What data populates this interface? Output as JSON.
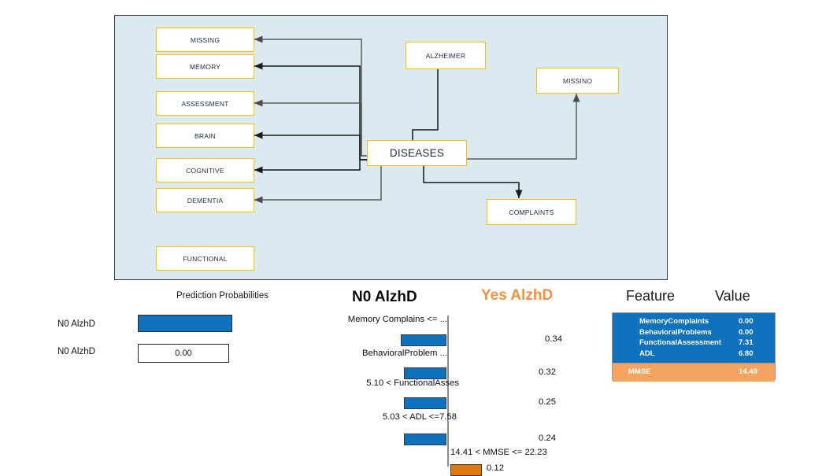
{
  "diagram": {
    "background_color": "#daeaf0",
    "node_border_color": "#ffc000",
    "nodes": [
      {
        "id": "missing",
        "label": "MISSING"
      },
      {
        "id": "memory",
        "label": "MEMORY"
      },
      {
        "id": "assessment",
        "label": "ASSESSMENT"
      },
      {
        "id": "brain",
        "label": "BRAIN"
      },
      {
        "id": "cognitive",
        "label": "COGNITIVE"
      },
      {
        "id": "dementia",
        "label": "DEMENTIA"
      },
      {
        "id": "functional",
        "label": "FUNCTIONAL"
      },
      {
        "id": "alzheimer",
        "label": "ALZHEIMER"
      },
      {
        "id": "missino",
        "label": "MISSINO"
      },
      {
        "id": "diseases",
        "label": "DISEASES"
      },
      {
        "id": "complaints",
        "label": "COMPLAINTS"
      }
    ],
    "edges": [
      {
        "from": "diseases",
        "to": "missing"
      },
      {
        "from": "diseases",
        "to": "memory"
      },
      {
        "from": "diseases",
        "to": "assessment"
      },
      {
        "from": "diseases",
        "to": "brain"
      },
      {
        "from": "diseases",
        "to": "cognitive"
      },
      {
        "from": "diseases",
        "to": "dementia"
      },
      {
        "from": "diseases",
        "to": "alzheimer"
      },
      {
        "from": "diseases",
        "to": "missino"
      },
      {
        "from": "diseases",
        "to": "complaints"
      }
    ]
  },
  "prediction": {
    "title": "Prediction Probabilities",
    "rows": [
      {
        "label": "N0 AlzhD",
        "kind": "bar",
        "value": ""
      },
      {
        "label": "N0 AlzhD",
        "kind": "value",
        "value": "0.00"
      }
    ],
    "bar_color": "#1072bd"
  },
  "explanation": {
    "left_header": "N0 AlzhD",
    "right_header": "Yes AlzhD",
    "left_color": "#0b0b0b",
    "right_color": "#f4903f",
    "negative_color": "#1072bd",
    "positive_color": "#e2790f"
  },
  "feature_table": {
    "header_feature": "Feature",
    "header_value": "Value",
    "body_color": "#1072bd",
    "footer_color": "#f4a460",
    "rows": [
      {
        "feature": "MemoryComplaints",
        "value": "0.00"
      },
      {
        "feature": "BehavioralProblems",
        "value": "0.00"
      },
      {
        "feature": "FunctionalAssessment",
        "value": "7.31"
      },
      {
        "feature": "ADL",
        "value": "6.80"
      }
    ],
    "footer": {
      "feature": "MMSE",
      "value": "14.49"
    }
  },
  "chart_data": {
    "type": "bar",
    "title": "LIME local explanation",
    "orientation": "horizontal-diverging",
    "xlabel": "",
    "ylabel": "",
    "classes": [
      "N0 AlzhD",
      "Yes AlzhD"
    ],
    "categories": [
      "Memory Complains <= ...",
      "BehavioralProblem ...",
      "5.10 < FunctionalAsses",
      "5.03 < ADL <=7.58",
      "14.41 < MMSE <= 22.23"
    ],
    "values": [
      0.34,
      0.32,
      0.25,
      0.24,
      0.12
    ],
    "value_labels": [
      "0.34",
      "0.32",
      "0.25",
      "0.24",
      "0.12"
    ],
    "directions": [
      "negative",
      "negative",
      "negative",
      "negative",
      "positive"
    ],
    "legend": [
      "N0 AlzhD",
      "Yes AlzhD"
    ],
    "grid": false
  }
}
